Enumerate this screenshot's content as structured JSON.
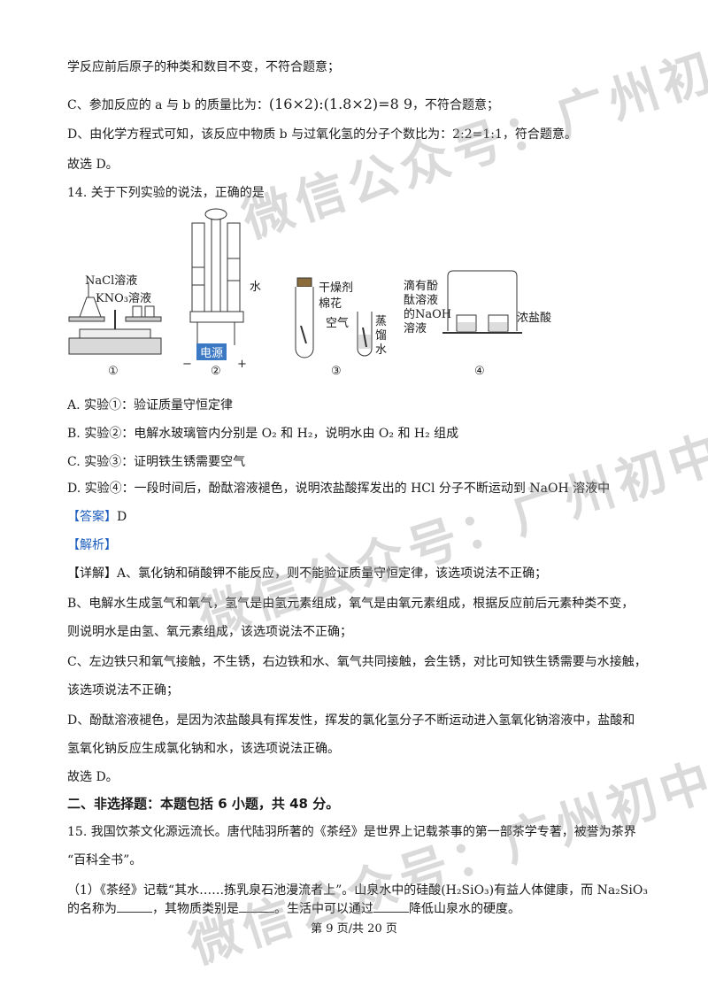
{
  "lines": {
    "l1": "学反应前后原子的种类和数目不变，不符合题意；",
    "l2_pre": "C、参加反应的 a 与 b 的质量比为：",
    "l2_formula": "(16×2):(1.8×2)=8 9",
    "l2_post": "，不符合题意；",
    "l3": "D、由化学方程式可知，该反应中物质 b 与过氧化氢的分子个数比为：2:2=1:1，符合题意。",
    "l4": "故选 D。",
    "q14": "14. 关于下列实验的说法，正确的是",
    "optA": "A. 实验①：验证质量守恒定律",
    "optB": "B. 实验②：电解水玻璃管内分别是 O₂ 和 H₂，说明水由 O₂ 和 H₂ 组成",
    "optC": "C. 实验③：证明铁生锈需要空气",
    "optD": "D. 实验④：一段时间后，酚酞溶液褪色，说明浓盐酸挥发出的 HCl 分子不断运动到 NaOH 溶液中",
    "answer_label": "【答案】",
    "answer_value": "D",
    "analysis_label": "【解析】",
    "detail_label": "【详解】",
    "detail_A": "A、氯化钠和硝酸钾不能反应，则不能验证质量守恒定律，该选项说法不正确；",
    "detail_B1": "B、电解水生成氢气和氧气，氢气是由氢元素组成，氧气是由氧元素组成，根据反应前后元素种类不变，",
    "detail_B2": "则说明水是由氢、氧元素组成，该选项说法不正确；",
    "detail_C1": "C、左边铁只和氧气接触，不生锈，右边铁和水、氧气共同接触，会生锈，对比可知铁生锈需要与水接触，",
    "detail_C2": "该选项说法不正确；",
    "detail_D1": "D、酚酞溶液褪色，是因为浓盐酸具有挥发性，挥发的氯化氢分子不断运动进入氢氧化钠溶液中，盐酸和",
    "detail_D2": "氢氧化钠反应生成氯化钠和水，该选项说法正确。",
    "choose_D": "故选 D。",
    "section2": "二、非选择题：本题包括 6 小题，共 48 分。",
    "q15_1": "15.   我国饮茶文化源远流长。唐代陆羽所著的《茶经》是世界上记载茶事的第一部茶学专著，被誉为茶界",
    "q15_2": "“百科全书”。",
    "q15_3": "（1）《茶经》记载“其水……拣乳泉石池漫流者上”。山泉水中的硅酸(H₂SiO₃)有益人体健康，而 Na₂SiO₃",
    "q15_4a": "的名称为",
    "q15_4b": "，其物质类别是",
    "q15_4c": "。生活中可以通过",
    "q15_4d": "降低山泉水的硬度。"
  },
  "figures": {
    "f1_nacl": "NaCl溶液",
    "f1_kno3": "KNO₃溶液",
    "f1_num": "①",
    "f2_water": "水",
    "f2_power": "电源",
    "f2_minus": "−",
    "f2_plus": "+",
    "f2_num": "②",
    "f3_dry1": "干燥剂",
    "f3_dry2": "棉花",
    "f3_air": "空气",
    "f3_dw1": "蒸",
    "f3_dw2": "馏",
    "f3_dw3": "水",
    "f3_num": "③",
    "f4_l1": "滴有酚",
    "f4_l2": "酞溶液",
    "f4_l3": "的NaOH",
    "f4_l4": "溶液",
    "f4_hcl": "浓盐酸",
    "f4_num": "④"
  },
  "footer": "第 9 页/共 20 页",
  "watermark": "微信公众号：广州初中"
}
